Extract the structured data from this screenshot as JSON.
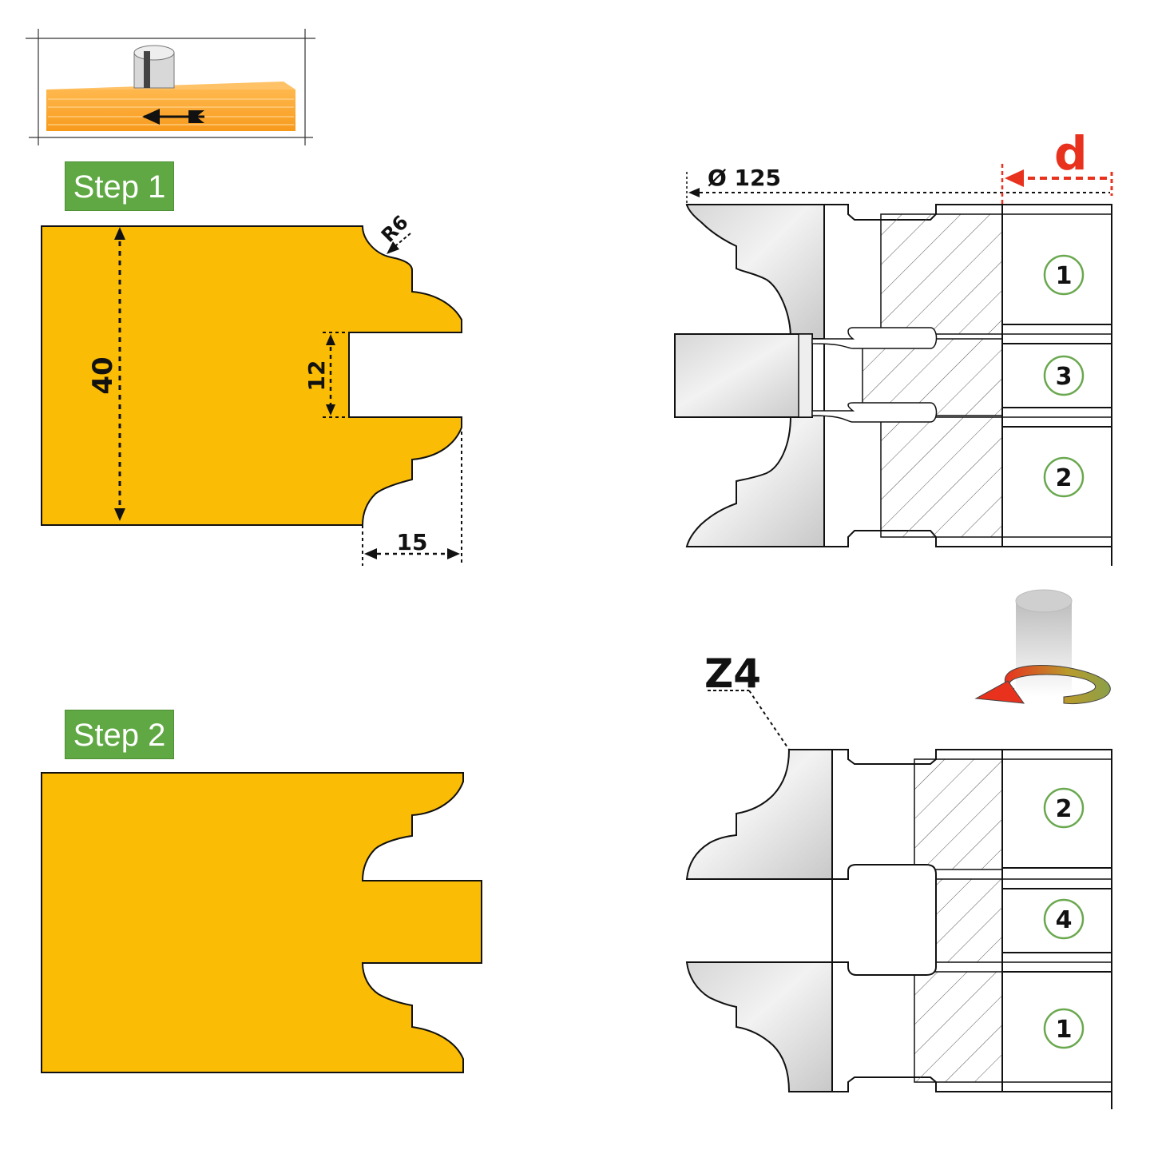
{
  "steps": {
    "step1": "Step 1",
    "step2": "Step 2"
  },
  "dimensions": {
    "height": "40",
    "groove": "12",
    "depth": "15",
    "radius": "R6",
    "diameter": "Ø 125",
    "spacer": "d",
    "teeth": "Z4"
  },
  "cutters": {
    "top": [
      "1",
      "3",
      "2"
    ],
    "bottom": [
      "2",
      "4",
      "1"
    ]
  },
  "colors": {
    "profile": "#fbbc05",
    "badge": "#5fa843",
    "accent": "#e8321e",
    "marker": "#6aa84f"
  }
}
